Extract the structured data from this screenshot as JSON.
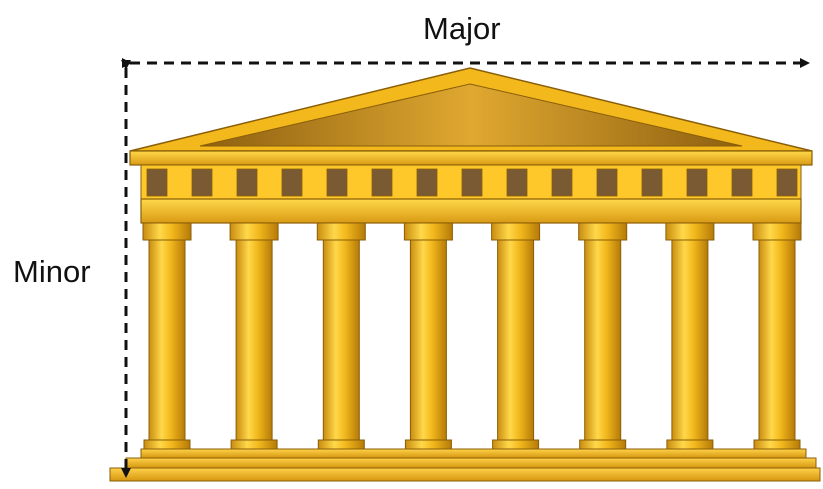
{
  "labels": {
    "major": "Major",
    "minor": "Minor"
  },
  "temple": {
    "column_count": 8,
    "frieze_metope_count": 15
  },
  "colors": {
    "gold": "#f2b81c",
    "gold_light": "#ffd84a",
    "gold_dark": "#c88a0c",
    "pediment_dark": "#9a6a12",
    "metope": "#7a5a32",
    "outline": "#8a5e08",
    "dimension_line": "#111111"
  }
}
